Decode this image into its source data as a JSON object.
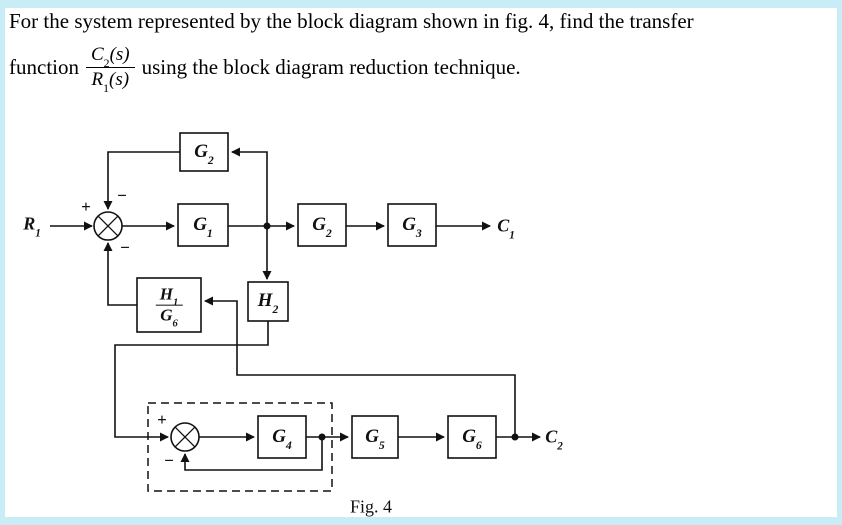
{
  "problem": {
    "line1": "For the system represented by the block diagram shown in fig. 4, find the transfer",
    "line2_prefix": "function",
    "line2_suffix": "using the block diagram reduction technique.",
    "transfer_function": {
      "numerator": {
        "base": "C",
        "sub": "2",
        "arg": "(s)"
      },
      "denominator": {
        "base": "R",
        "sub": "1",
        "arg": "(s)"
      }
    }
  },
  "diagram": {
    "caption": "Fig. 4",
    "signals": {
      "input": {
        "base": "R",
        "sub": "1"
      },
      "output1": {
        "base": "C",
        "sub": "1"
      },
      "output2": {
        "base": "C",
        "sub": "2"
      }
    },
    "blocks": {
      "g2_top": {
        "base": "G",
        "sub": "2"
      },
      "g1": {
        "base": "G",
        "sub": "1"
      },
      "g2_mid": {
        "base": "G",
        "sub": "2"
      },
      "g3": {
        "base": "G",
        "sub": "3"
      },
      "h2": {
        "base": "H",
        "sub": "2"
      },
      "g4": {
        "base": "G",
        "sub": "4"
      },
      "g5": {
        "base": "G",
        "sub": "5"
      },
      "g6": {
        "base": "G",
        "sub": "6"
      },
      "h1_over_g6": {
        "num_base": "H",
        "num_sub": "1",
        "den_base": "G",
        "den_sub": "6"
      }
    },
    "signs": {
      "sum1_plus": "+",
      "sum1_minus_top": "−",
      "sum1_minus_bottom": "−",
      "sum2_plus": "+",
      "sum2_minus": "−"
    }
  },
  "colors": {
    "frame": "#c9edf6",
    "ink": "#111111",
    "paper": "#ffffff"
  }
}
